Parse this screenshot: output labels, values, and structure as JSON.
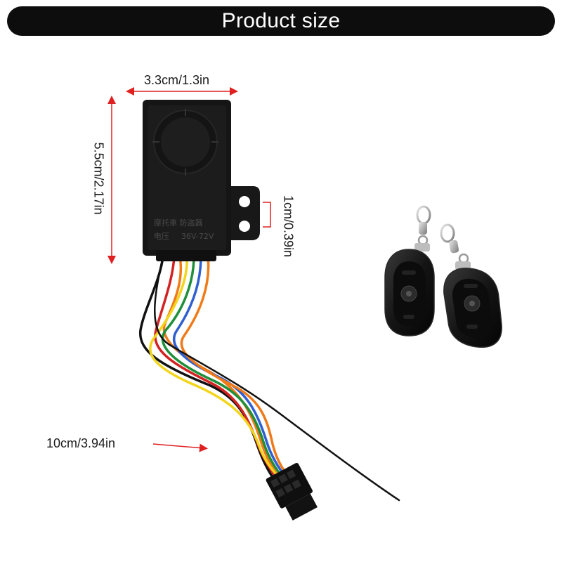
{
  "banner": {
    "title": "Product size"
  },
  "dimensions": {
    "width": "3.3cm/1.3in",
    "height": "5.5cm/2.17in",
    "hole_spacing": "1cm/0.39in",
    "cable_length": "10cm/3.94in"
  },
  "device_label": {
    "line1": "摩托車 防盗器",
    "line2_prefix": "电压",
    "line2_value": "36V-72V"
  },
  "colors": {
    "banner_bg": "#0d0d0d",
    "arrow": "#e02020",
    "device": "#151515",
    "wire_red": "#d32222",
    "wire_orange": "#f07a18",
    "wire_yellow": "#f2d51c",
    "wire_green": "#1e8f3a",
    "wire_blue": "#2f5fd0",
    "wire_black": "#111111"
  }
}
